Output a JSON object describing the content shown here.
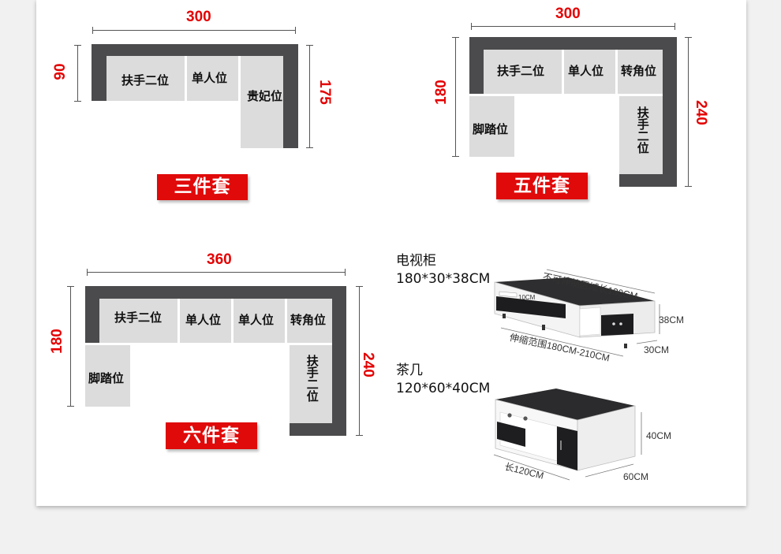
{
  "sets": [
    {
      "badge": "三件套",
      "dim_top": "300",
      "dim_left": "90",
      "dim_right": "175",
      "seats": [
        "扶手二位",
        "单人位",
        "贵妃位"
      ]
    },
    {
      "badge": "五件套",
      "dim_top": "300",
      "dim_left": "180",
      "dim_right": "240",
      "seats": [
        "扶手二位",
        "单人位",
        "转角位",
        "脚踏位",
        "扶手二位"
      ]
    },
    {
      "badge": "六件套",
      "dim_top": "360",
      "dim_left": "180",
      "dim_right": "240",
      "seats": [
        "扶手二位",
        "单人位",
        "单人位",
        "转角位",
        "脚踏位",
        "扶手二位"
      ]
    }
  ],
  "tv_cabinet": {
    "name": "电视柜",
    "size": "180*30*38CM",
    "fixed_length": "不可伸缩区域长130CM",
    "extend_range": "伸缩范围180CM-210CM",
    "height": "38CM",
    "depth": "30CM",
    "drawer_height": "10CM"
  },
  "tea_table": {
    "name": "茶几",
    "size": "120*60*40CM",
    "height": "40CM",
    "depth": "60CM",
    "length": "长120CM"
  },
  "colors": {
    "sofa_frame": "#4b4b4d",
    "sofa_cushion": "#dcdcdc",
    "badge_red": "#e00a0a",
    "dimension_red": "#e50000"
  }
}
